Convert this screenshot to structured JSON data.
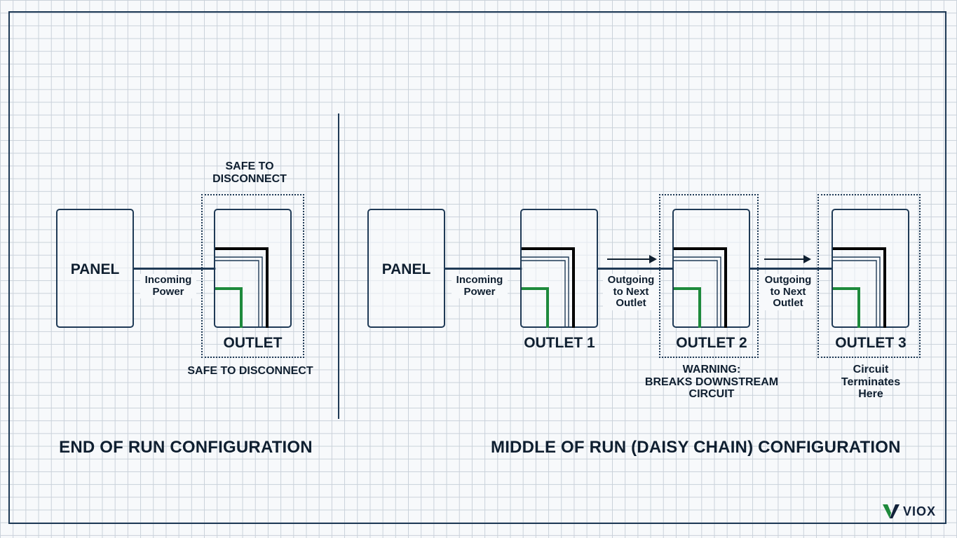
{
  "left": {
    "panel_label": "PANEL",
    "incoming_label": "Incoming\nPower",
    "top_note": "SAFE TO\nDISCONNECT",
    "outlet_label": "OUTLET",
    "bottom_note": "SAFE TO DISCONNECT",
    "title": "END OF RUN CONFIGURATION"
  },
  "right": {
    "panel_label": "PANEL",
    "incoming_label": "Incoming\nPower",
    "outgoing_label_1": "Outgoing\nto Next\nOutlet",
    "outgoing_label_2": "Outgoing\nto Next\nOutlet",
    "outlet_1_label": "OUTLET 1",
    "outlet_2_label": "OUTLET 2",
    "outlet_3_label": "OUTLET 3",
    "outlet_2_note": "WARNING:\nBREAKS DOWNSTREAM\nCIRCUIT",
    "outlet_3_note": "Circuit\nTerminates\nHere",
    "title": "MIDDLE OF RUN (DAISY CHAIN) CONFIGURATION"
  },
  "brand": {
    "logo_text": "VIOX",
    "logo_icon": "viox-v-icon",
    "colors": {
      "accent": "#1f3a56",
      "ground": "#1e8a3c",
      "hot": "#000000"
    }
  }
}
